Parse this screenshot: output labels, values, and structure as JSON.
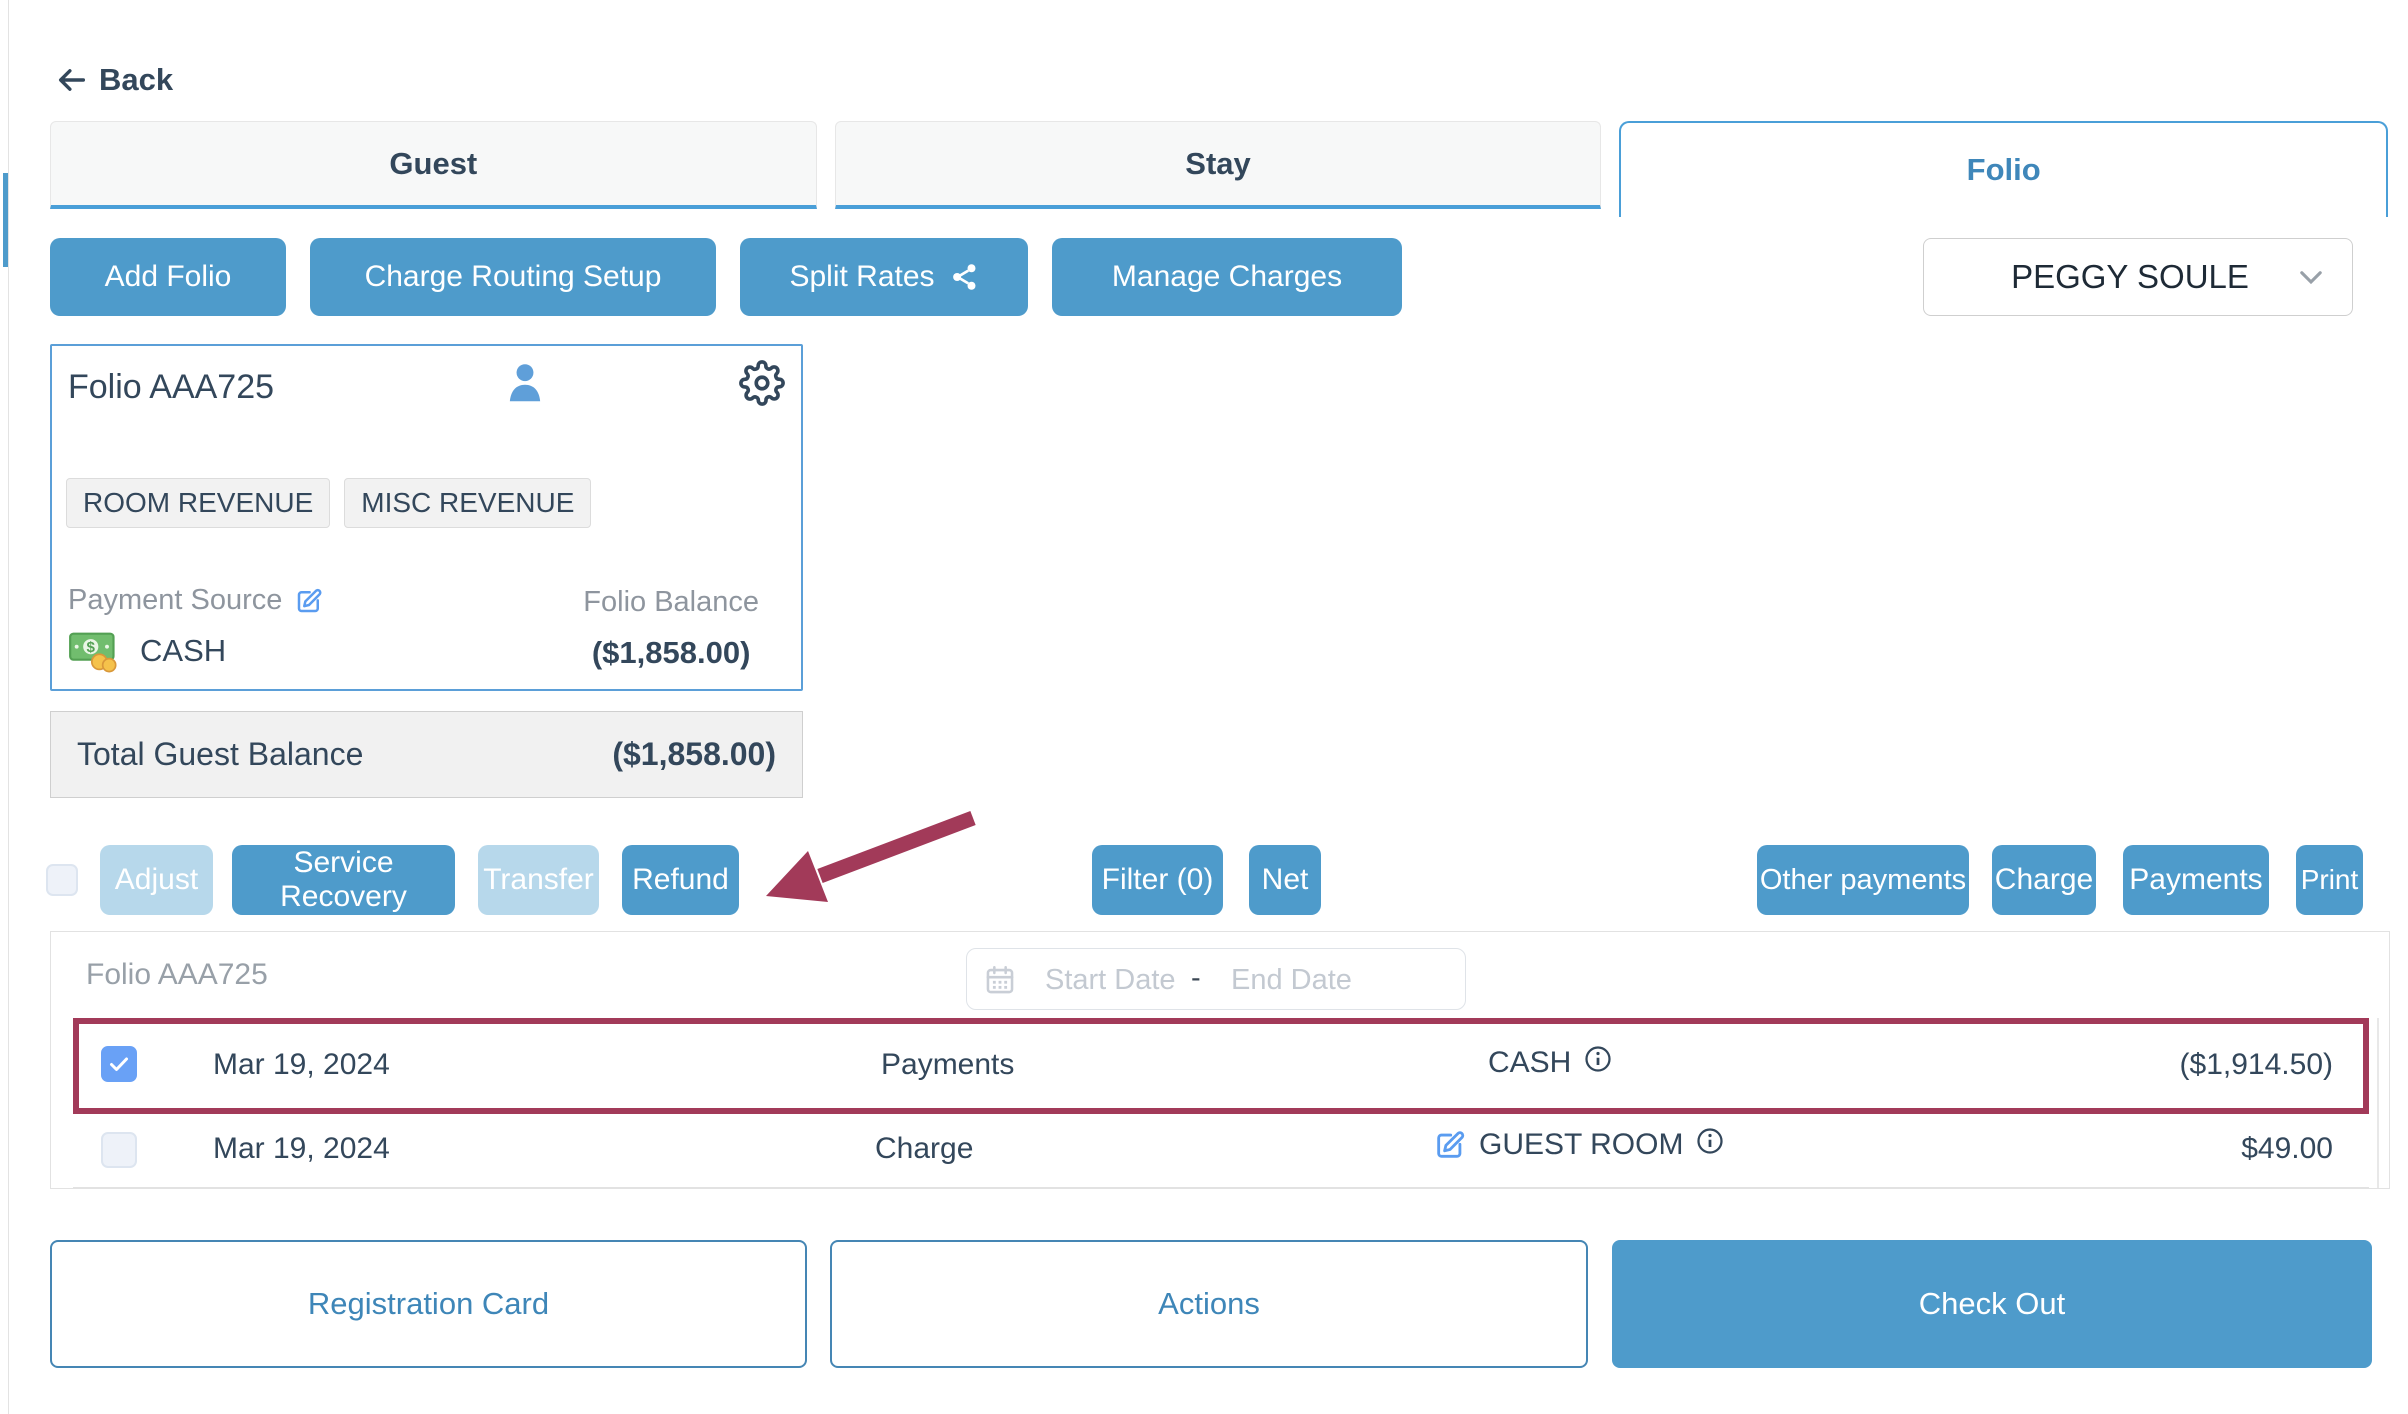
{
  "page": {
    "back_label": "Back"
  },
  "tabs": [
    {
      "label": "Guest"
    },
    {
      "label": "Stay"
    },
    {
      "label": "Folio"
    }
  ],
  "toolbar": {
    "add_folio": "Add Folio",
    "charge_routing_setup": "Charge Routing Setup",
    "split_rates": "Split Rates",
    "manage_charges": "Manage Charges",
    "guest_selector_value": "PEGGY SOULE"
  },
  "folio_card": {
    "title": "Folio AAA725",
    "tags": {
      "0": "ROOM REVENUE",
      "1": "MISC REVENUE"
    },
    "payment_source_label": "Payment Source",
    "payment_source_value": "CASH",
    "folio_balance_label": "Folio Balance",
    "folio_balance_value": "($1,858.00)"
  },
  "totals": {
    "label": "Total Guest Balance",
    "value": "($1,858.00)"
  },
  "actions_row": {
    "adjust": "Adjust",
    "service_recovery": "Service Recovery",
    "transfer": "Transfer",
    "refund": "Refund",
    "filter": "Filter (0)",
    "net": "Net",
    "other_payments": "Other payments",
    "charge": "Charge",
    "payments": "Payments",
    "print": "Print"
  },
  "table": {
    "folio_label": "Folio AAA725",
    "start_date_placeholder": "Start Date",
    "date_separator": "-",
    "end_date_placeholder": "End Date",
    "rows": [
      {
        "date": "Mar 19, 2024",
        "type": "Payments",
        "description": "CASH",
        "amount": "($1,914.50)",
        "checked": true,
        "highlighted": true
      },
      {
        "date": "Mar 19, 2024",
        "type": "Charge",
        "description": "GUEST ROOM",
        "amount": "$49.00",
        "checked": false,
        "highlighted": false
      }
    ]
  },
  "footer": {
    "registration_card": "Registration Card",
    "actions": "Actions",
    "check_out": "Check Out"
  },
  "icons": {
    "back": "arrow-left",
    "split_rates": "share",
    "folio_user": "person",
    "folio_settings": "gear",
    "payment_source_edit": "edit-pencil",
    "cash": "banknote-with-coins",
    "dropdown": "chevron-down",
    "date_picker": "calendar",
    "row_info": "info-circle",
    "row_edit": "edit-pencil",
    "refund_annotation": "maroon-arrow"
  },
  "colors": {
    "primary_blue": "#4e9bcb",
    "disabled_blue": "#b7d8eb",
    "tab_active_blue": "#3f87ba",
    "tab_border_blue": "#4a9fd8",
    "dark_text": "#33475b",
    "muted_text": "#8e959e",
    "highlight_maroon": "#a23a59",
    "checkbox_blue": "#69a1f6"
  }
}
